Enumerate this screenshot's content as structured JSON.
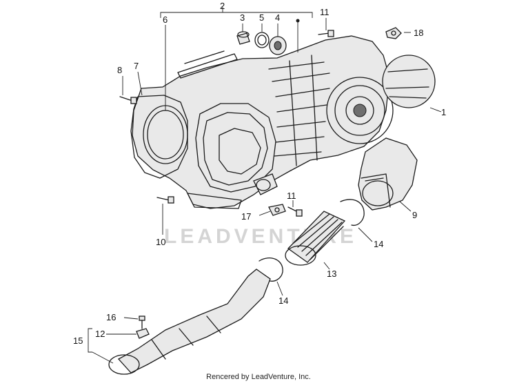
{
  "watermark": "LEADVENTURE",
  "credit": "Rencered by LeadVenture, Inc.",
  "callouts": {
    "c1": "1",
    "c2": "2",
    "c3": "3",
    "c4": "4",
    "c5": "5",
    "c6": "6",
    "c7": "7",
    "c8": "8",
    "c9": "9",
    "c10": "10",
    "c11a": "11",
    "c11b": "11",
    "c12": "12",
    "c13": "13",
    "c14a": "14",
    "c14b": "14",
    "c15": "15",
    "c16": "16",
    "c17": "17",
    "c18": "18"
  }
}
